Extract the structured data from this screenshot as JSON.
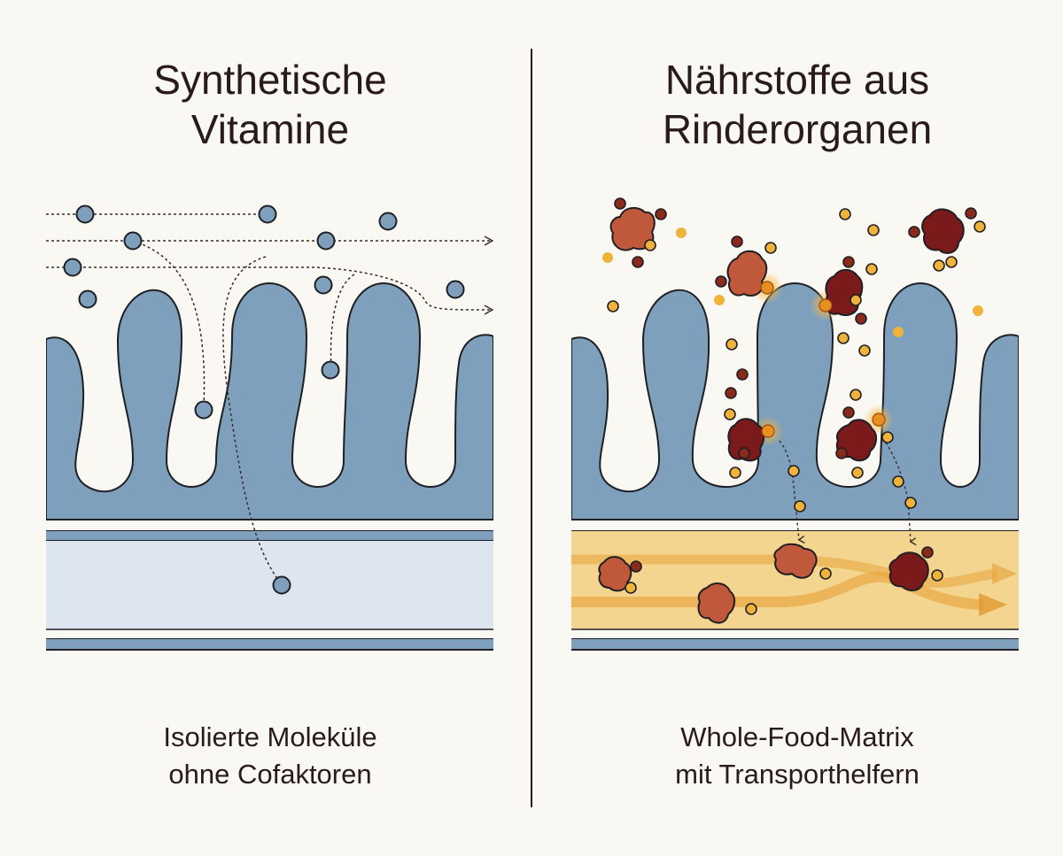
{
  "left": {
    "title_line1": "Synthetische",
    "title_line2": "Vitamine",
    "caption_line1": "Isolierte Moleküle",
    "caption_line2": "ohne Cofaktoren"
  },
  "right": {
    "title_line1": "Nährstoffe aus",
    "title_line2": "Rinderorganen",
    "caption_line1": "Whole-Food-Matrix",
    "caption_line2": "mit Transporthelfern"
  },
  "colors": {
    "background": "#faf8f3",
    "tissue": "#7ea0bd",
    "vessel_pale": "#dde6ef",
    "vessel_gold": "#f2cf86",
    "molecule_blue": "#7ea0bd",
    "particle_rust": "#c0583b",
    "particle_maroon": "#7a1a1a",
    "dot_gold": "#f0b33a"
  }
}
